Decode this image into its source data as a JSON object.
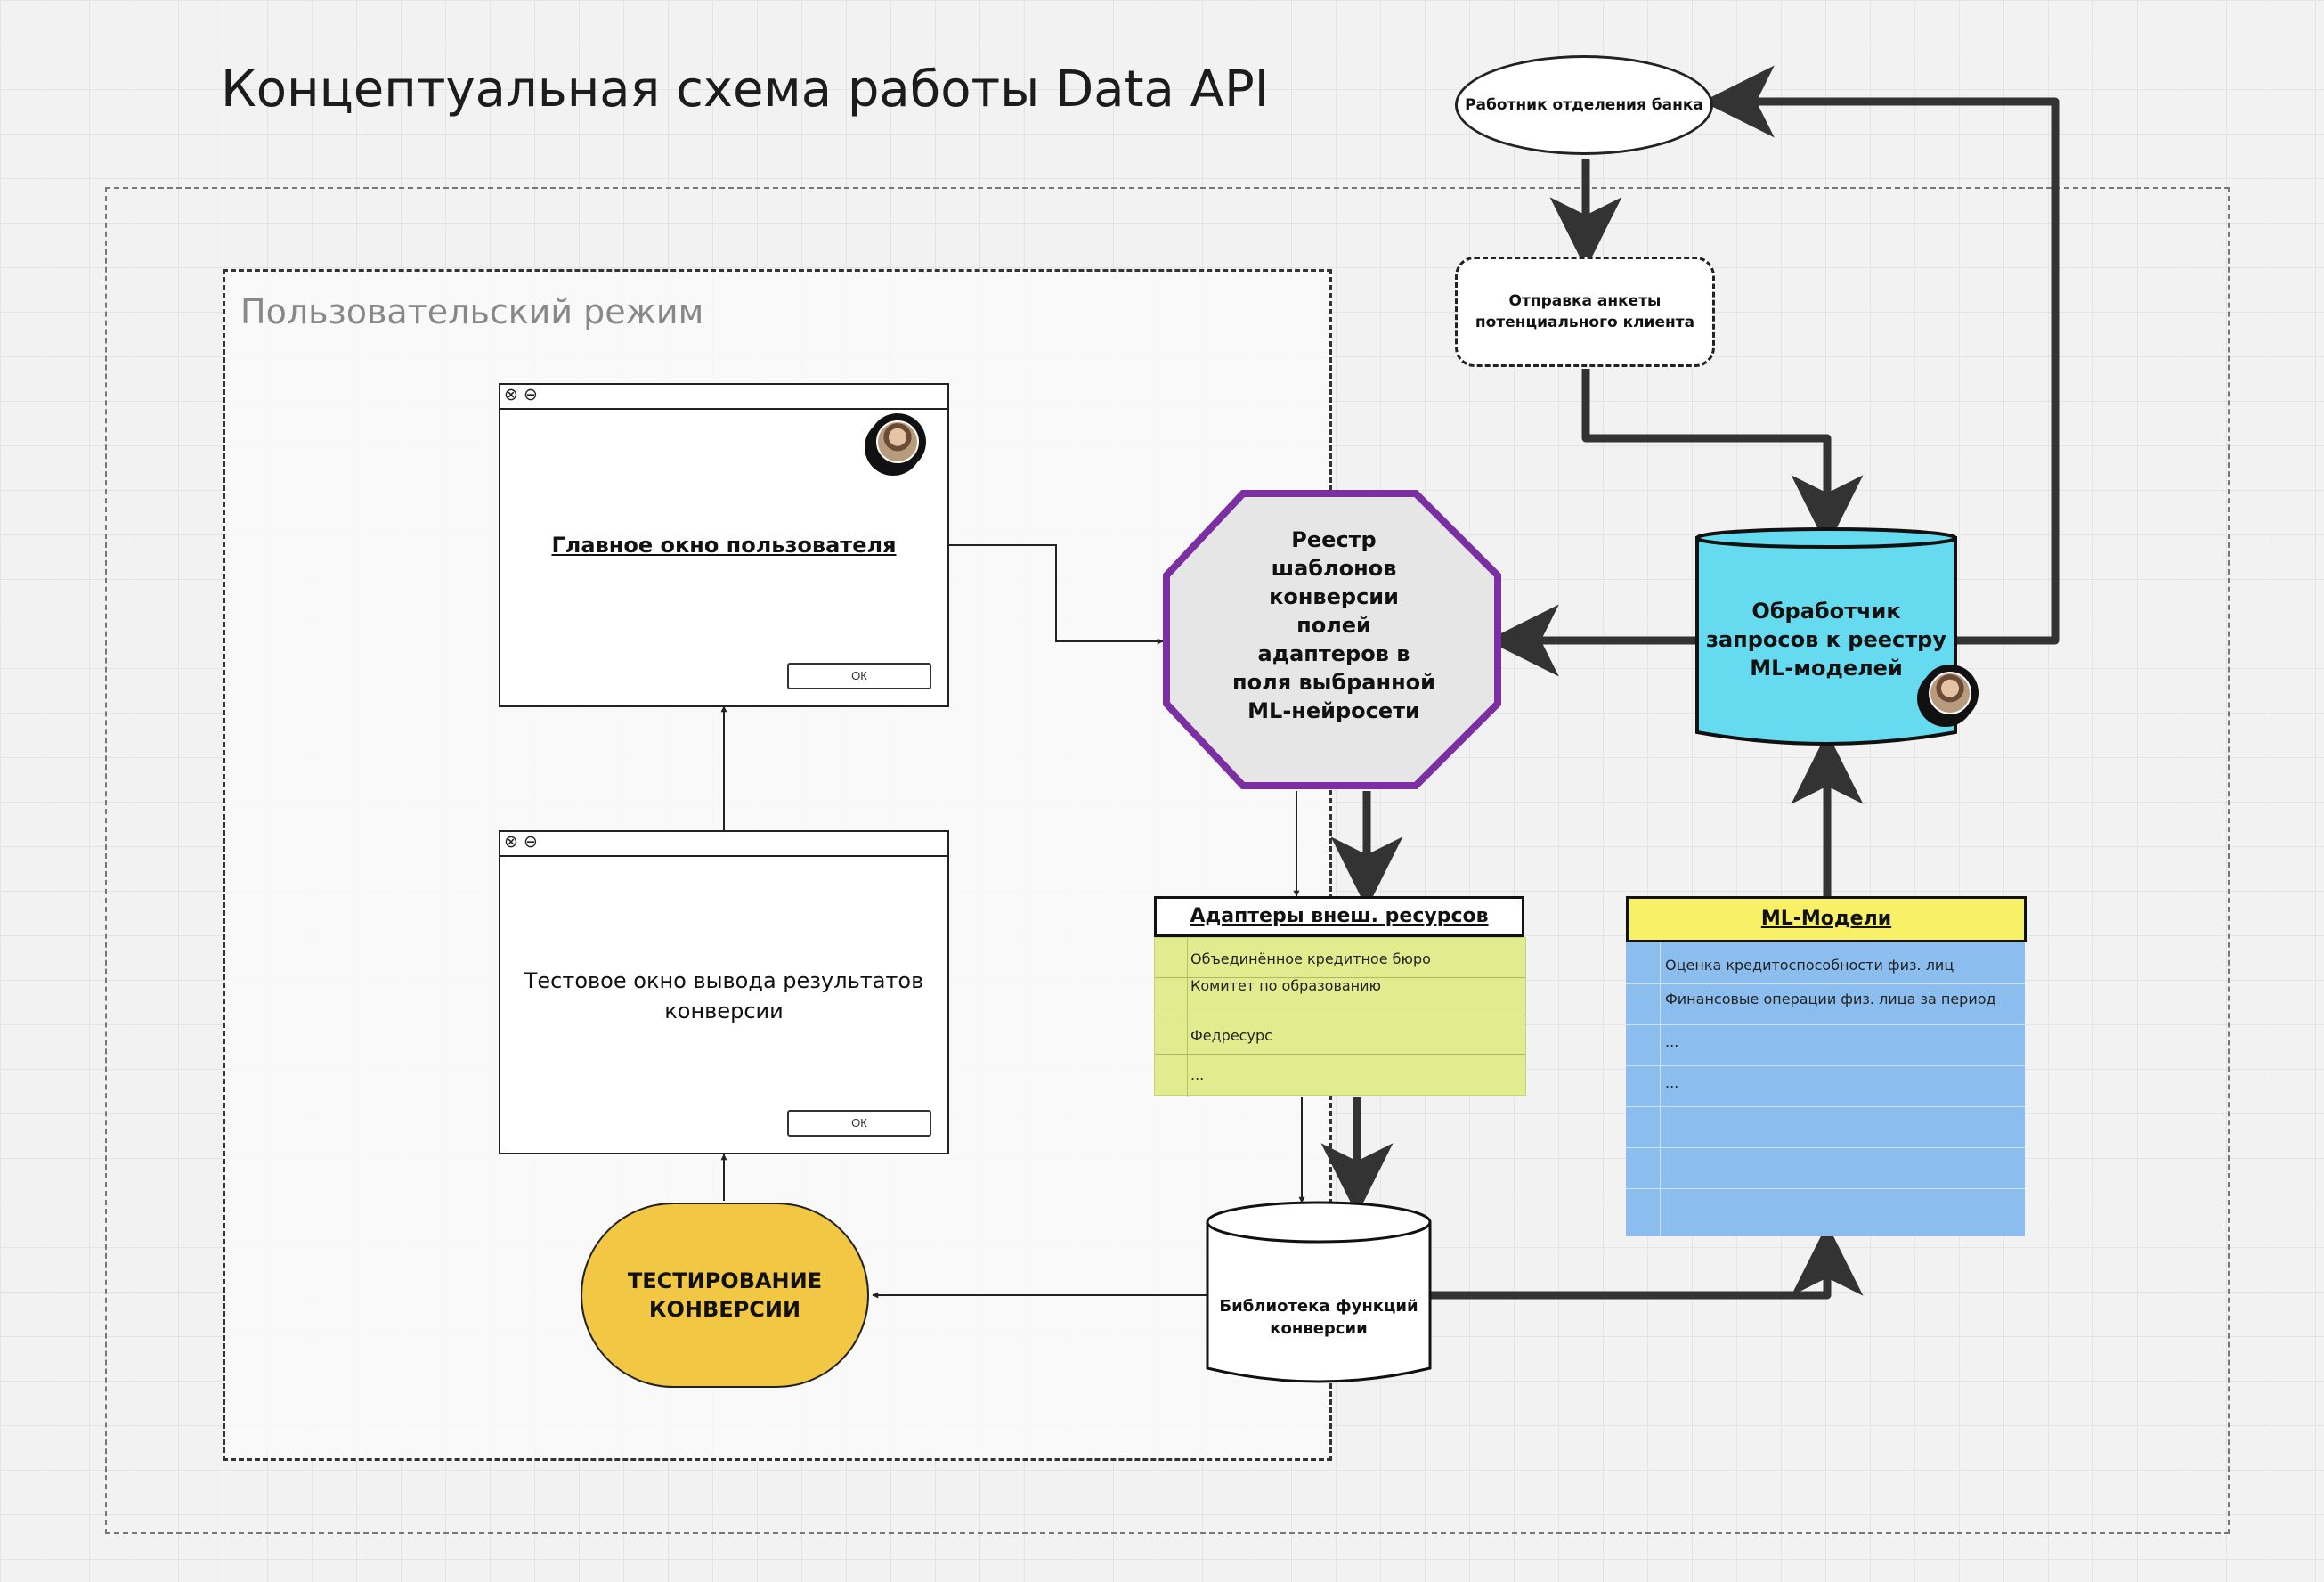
{
  "diagram": {
    "title": "Концептуальная схема работы Data API",
    "user_mode_label": "Пользовательский режим",
    "main_window": {
      "title": "Главное окно пользователя",
      "ok_label": "ОК"
    },
    "test_window": {
      "text": "Тестовое окно вывода результатов конверсии",
      "ok_label": "ОК"
    },
    "worker": "Работник отделения банка",
    "send_form": "Отправка анкеты потенциального клиента",
    "registry": "Реестр шаблонов конверсии полей адаптеров в поля выбранной ML-нейросети",
    "processor": "Обработчик запросов к реестру ML-моделей",
    "testing": "ТЕСТИРОВАНИЕ КОНВЕРСИИ",
    "library": "Библиотека функций конверсии",
    "adapters": {
      "header": "Адаптеры внеш. ресурсов",
      "rows": [
        "Объединённое кредитное бюро",
        "Комитет по образованию",
        "Федресурс",
        "..."
      ]
    },
    "ml_models": {
      "header": "ML-Модели",
      "rows": [
        "Оценка кредитоспособности физ. лиц",
        "Финансовые операции физ. лица за период",
        "...",
        "...",
        "",
        "",
        ""
      ]
    },
    "colors": {
      "registry_stroke": "#7b2fa3",
      "registry_fill": "#e6e6e6",
      "processor_fill": "#66dbef",
      "testing_fill": "#f2c744",
      "adapters_fill": "#e2ec8f",
      "ml_header_fill": "#f8f067",
      "ml_body_fill": "#8bbeee"
    }
  }
}
